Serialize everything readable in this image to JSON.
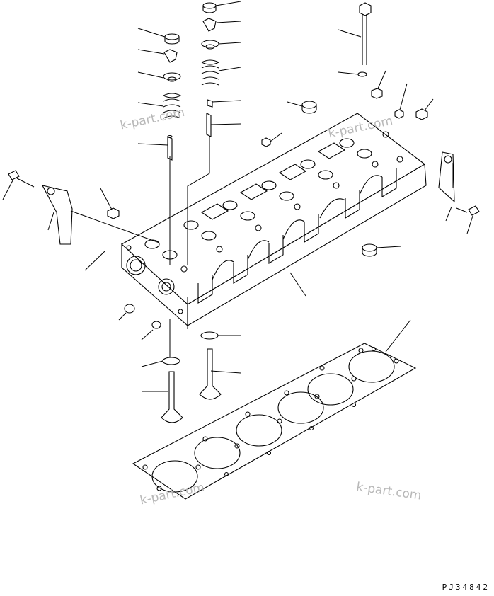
{
  "watermark": {
    "text_1": "k-part.com",
    "text_2": "k-part.com",
    "text_3": "k-part.com",
    "text_4": "k-part.com"
  },
  "drawing_code": "PJ34842"
}
